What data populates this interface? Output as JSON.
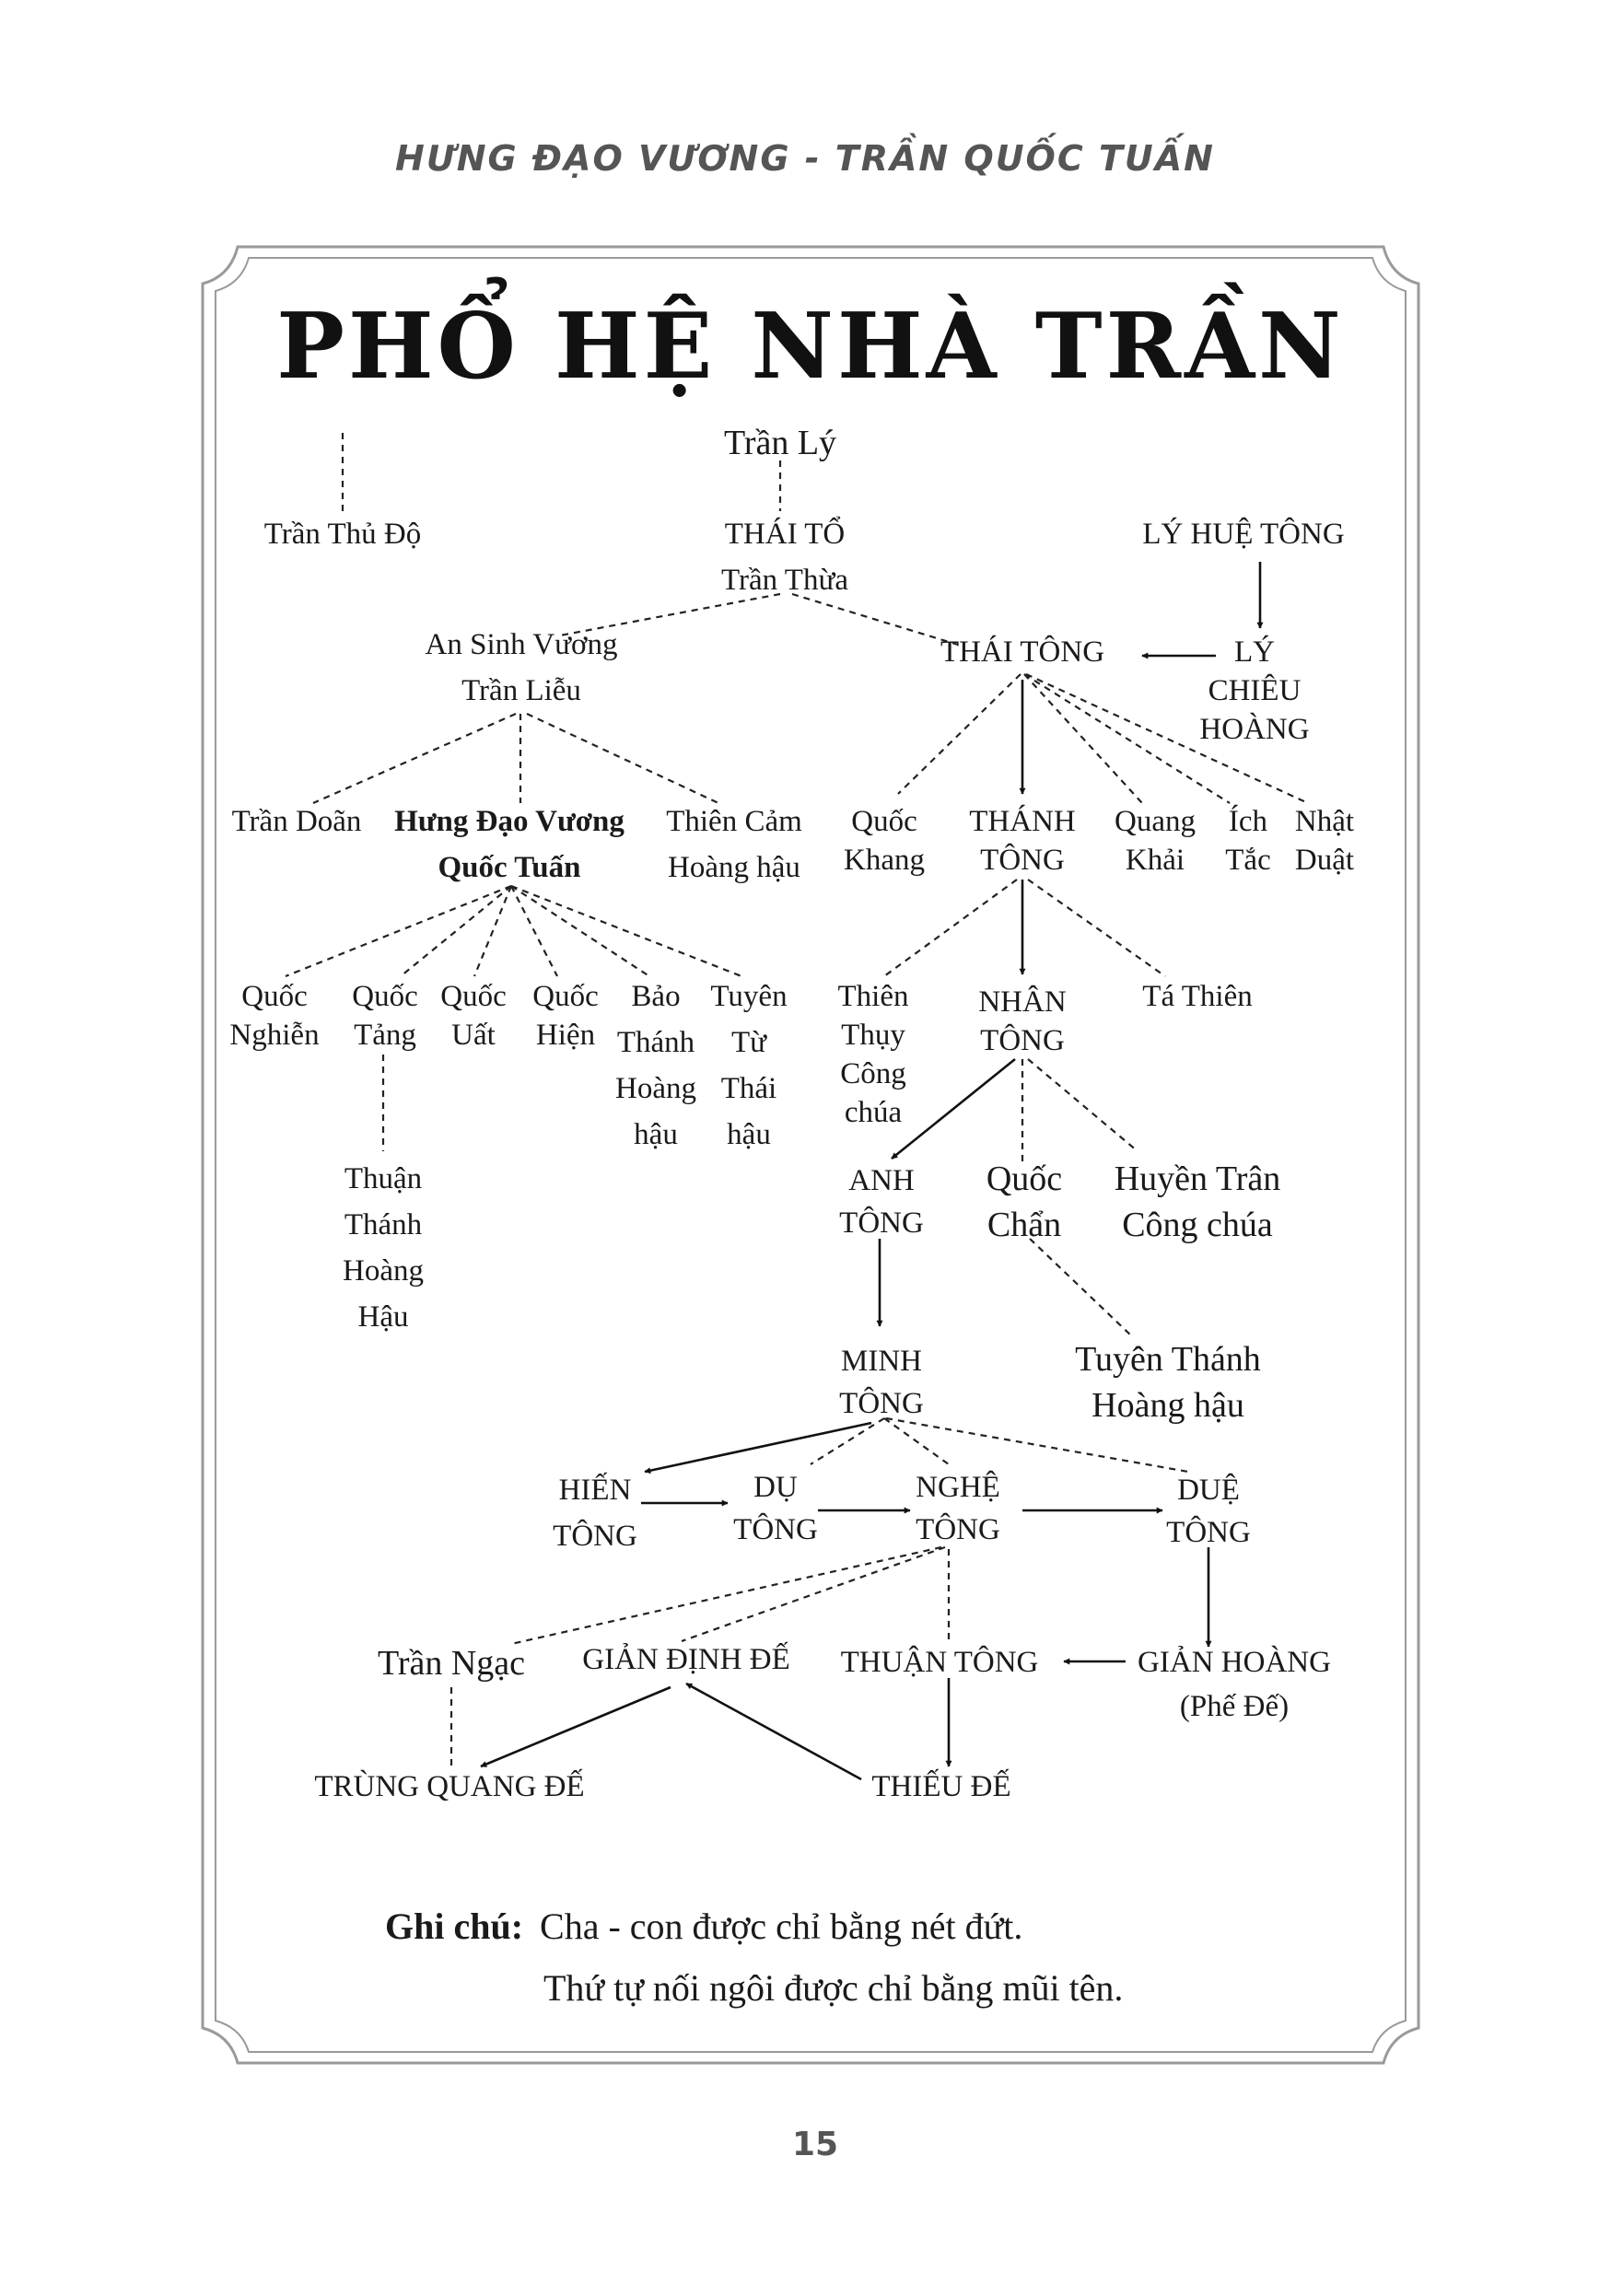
{
  "header": {
    "running_title": "HƯNG ĐẠO VƯƠNG - TRẦN QUỐC TUẤN"
  },
  "title": "PHỔ HỆ NHÀ TRẦN",
  "nodes": {
    "tran_ly": [
      "Trần Lý"
    ],
    "tran_thu_do": [
      "Trần Thủ Độ"
    ],
    "thai_to": [
      "THÁI TỔ",
      "Trần Thừa"
    ],
    "ly_hue_tong": [
      "LÝ HUỆ TÔNG"
    ],
    "an_sinh_vuong": [
      "An Sinh Vương",
      "Trần Liễu"
    ],
    "thai_tong": [
      "THÁI TÔNG"
    ],
    "ly_chieu_hoang": [
      "LÝ",
      "CHIÊU",
      "HOÀNG"
    ],
    "tran_doan": [
      "Trần Doãn"
    ],
    "hung_dao_vuong": [
      "Hưng Đạo Vương",
      "Quốc Tuấn"
    ],
    "thien_cam": [
      "Thiên Cảm",
      "Hoàng hậu"
    ],
    "quoc_khang": [
      "Quốc",
      "Khang"
    ],
    "thanh_tong": [
      "THÁNH",
      "TÔNG"
    ],
    "quang_khai": [
      "Quang",
      "Khải"
    ],
    "ich_tac": [
      "Ích",
      "Tắc"
    ],
    "nhat_duat": [
      "Nhật",
      "Duật"
    ],
    "quoc_nghien": [
      "Quốc",
      "Nghiễn"
    ],
    "quoc_tang": [
      "Quốc",
      "Tảng"
    ],
    "quoc_uat": [
      "Quốc",
      "Uất"
    ],
    "quoc_hien": [
      "Quốc",
      "Hiện"
    ],
    "bao_thanh": [
      "Bảo",
      "Thánh",
      "Hoàng",
      "hậu"
    ],
    "tuyen_tu": [
      "Tuyên",
      "Từ",
      "Thái",
      "hậu"
    ],
    "thien_thuy": [
      "Thiên",
      "Thụy",
      "Công",
      "chúa"
    ],
    "nhan_tong": [
      "NHÂN",
      "TÔNG"
    ],
    "ta_thien": [
      "Tá Thiên"
    ],
    "thuan_thanh": [
      "Thuận",
      "Thánh",
      "Hoàng",
      "Hậu"
    ],
    "anh_tong": [
      "ANH",
      "TÔNG"
    ],
    "quoc_chan": [
      "Quốc",
      "Chẩn"
    ],
    "huyen_tran": [
      "Huyền Trân",
      "Công chúa"
    ],
    "minh_tong": [
      "MINH",
      "TÔNG"
    ],
    "tuyen_thanh": [
      "Tuyên Thánh",
      "Hoàng hậu"
    ],
    "hien_tong": [
      "HIẾN",
      "TÔNG"
    ],
    "du_tong": [
      "DỤ",
      "TÔNG"
    ],
    "nghe_tong": [
      "NGHỆ",
      "TÔNG"
    ],
    "due_tong": [
      "DUỆ",
      "TÔNG"
    ],
    "tran_ngac": [
      "Trần Ngạc"
    ],
    "gian_dinh_de": [
      "GIẢN ĐỊNH ĐẾ"
    ],
    "thuan_tong": [
      "THUẬN TÔNG"
    ],
    "gian_hoang": [
      "GIẢN HOÀNG",
      "(Phế Đế)"
    ],
    "trung_quang_de": [
      "TRÙNG QUANG ĐẾ"
    ],
    "thieu_de": [
      "THIẾU ĐẾ"
    ]
  },
  "links": {
    "parent_child": [
      [
        "tran_ly",
        "thai_to"
      ],
      [
        "thai_to",
        "an_sinh_vuong"
      ],
      [
        "thai_to",
        "thai_tong"
      ],
      [
        "an_sinh_vuong",
        "tran_doan"
      ],
      [
        "an_sinh_vuong",
        "hung_dao_vuong"
      ],
      [
        "an_sinh_vuong",
        "thien_cam"
      ],
      [
        "thai_tong",
        "quoc_khang"
      ],
      [
        "thai_tong",
        "quang_khai"
      ],
      [
        "thai_tong",
        "ich_tac"
      ],
      [
        "thai_tong",
        "nhat_duat"
      ],
      [
        "hung_dao_vuong",
        "quoc_nghien"
      ],
      [
        "hung_dao_vuong",
        "quoc_tang"
      ],
      [
        "hung_dao_vuong",
        "quoc_uat"
      ],
      [
        "hung_dao_vuong",
        "quoc_hien"
      ],
      [
        "hung_dao_vuong",
        "bao_thanh"
      ],
      [
        "hung_dao_vuong",
        "tuyen_tu"
      ],
      [
        "quoc_tang",
        "thuan_thanh"
      ],
      [
        "thanh_tong",
        "thien_thuy"
      ],
      [
        "thanh_tong",
        "ta_thien"
      ],
      [
        "nhan_tong",
        "quoc_chan"
      ],
      [
        "nhan_tong",
        "huyen_tran"
      ],
      [
        "quoc_chan",
        "tuyen_thanh"
      ],
      [
        "minh_tong",
        "du_tong"
      ],
      [
        "minh_tong",
        "nghe_tong"
      ],
      [
        "minh_tong",
        "due_tong"
      ],
      [
        "nghe_tong",
        "tran_ngac"
      ],
      [
        "nghe_tong",
        "gian_dinh_de"
      ],
      [
        "nghe_tong",
        "thuan_tong"
      ],
      [
        "tran_ngac",
        "trung_quang_de"
      ]
    ],
    "succession": [
      [
        "ly_hue_tong",
        "ly_chieu_hoang"
      ],
      [
        "ly_chieu_hoang",
        "thai_tong"
      ],
      [
        "thai_tong",
        "thanh_tong"
      ],
      [
        "thanh_tong",
        "nhan_tong"
      ],
      [
        "nhan_tong",
        "anh_tong"
      ],
      [
        "anh_tong",
        "minh_tong"
      ],
      [
        "minh_tong",
        "hien_tong"
      ],
      [
        "hien_tong",
        "du_tong"
      ],
      [
        "du_tong",
        "nghe_tong"
      ],
      [
        "nghe_tong",
        "due_tong"
      ],
      [
        "due_tong",
        "gian_hoang"
      ],
      [
        "gian_hoang",
        "thuan_tong"
      ],
      [
        "thuan_tong",
        "thieu_de"
      ],
      [
        "thieu_de",
        "gian_dinh_de"
      ],
      [
        "gian_dinh_de",
        "trung_quang_de"
      ]
    ]
  },
  "note": {
    "label": "Ghi chú:",
    "line1": "Cha - con được chỉ bằng nét đứt.",
    "line2": "Thứ tự nối ngôi được chỉ bằng mũi tên."
  },
  "page_number": "15"
}
